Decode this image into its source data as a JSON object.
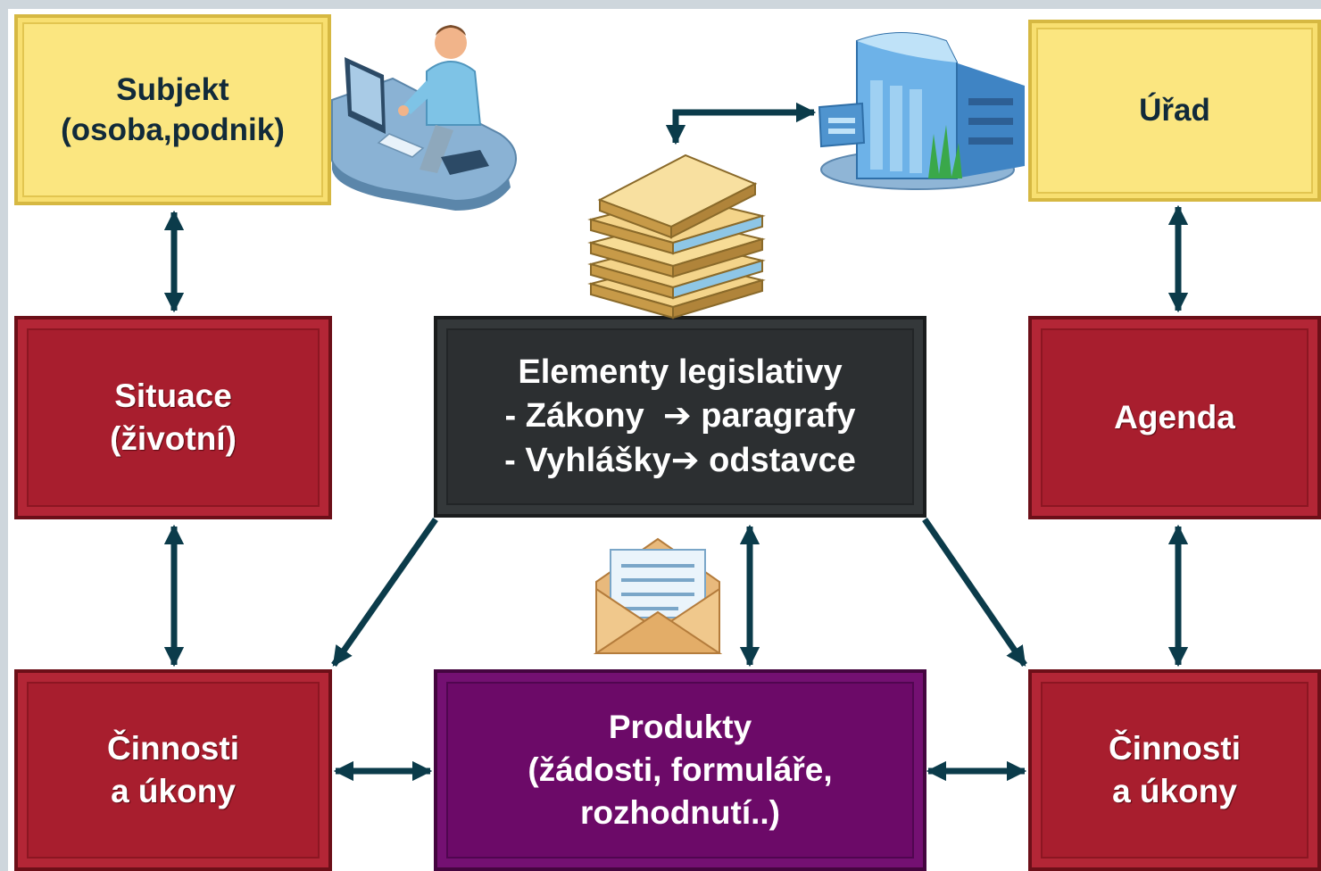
{
  "nodes": {
    "subjekt": {
      "lines": [
        "Subjekt",
        "(osoba,podnik)"
      ]
    },
    "urad": {
      "lines": [
        "Úřad"
      ]
    },
    "situace": {
      "lines": [
        "Situace",
        "(životní)"
      ]
    },
    "legislativa": {
      "lines": [
        "Elementy legislativy",
        "- Zákony  ➔ paragrafy",
        "- Vyhlášky➔ odstavce"
      ]
    },
    "agenda": {
      "lines": [
        "Agenda"
      ]
    },
    "cinnosti_left": {
      "lines": [
        "Činnosti",
        "a úkony"
      ]
    },
    "produkty": {
      "lines": [
        "Produkty",
        "(žádosti, formuláře,",
        "rozhodnutí..)"
      ]
    },
    "cinnosti_right": {
      "lines": [
        "Činnosti",
        "a úkony"
      ]
    }
  },
  "icons": [
    "person-at-computer-icon",
    "office-building-icon",
    "document-stack-icon",
    "envelope-letter-icon"
  ],
  "colors": {
    "background": "#ffffff",
    "frame": "#ced6dc",
    "yellow_box": "#fbe680",
    "red_box": "#a81e2e",
    "black_box": "#2c2f31",
    "purple_box": "#6c0a68",
    "arrow": "#0b3b4a"
  }
}
